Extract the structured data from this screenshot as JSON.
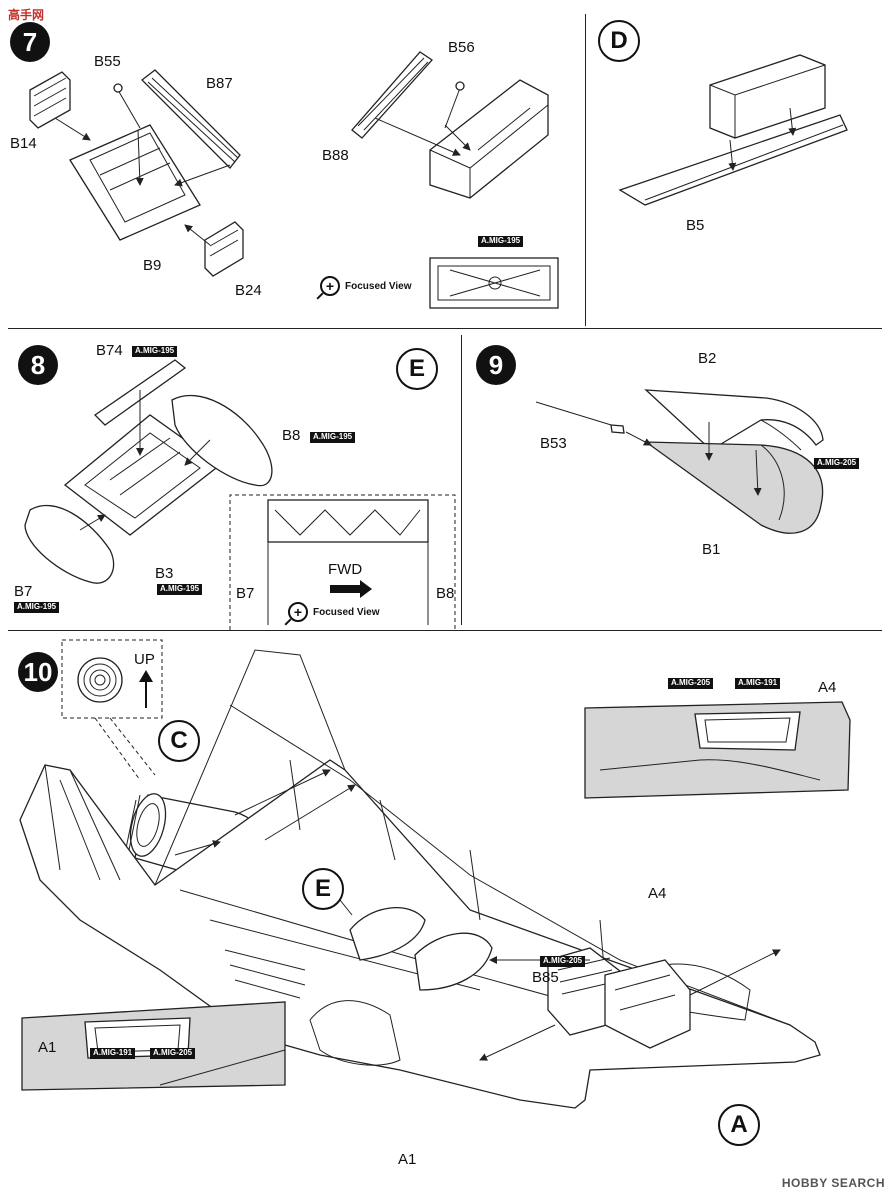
{
  "watermark_top": "高手网",
  "watermark_bottom": "HOBBY SEARCH",
  "steps": {
    "s7": {
      "number": "7",
      "labels": [
        "B55",
        "B87",
        "B14",
        "B9",
        "B24",
        "B56",
        "B88"
      ],
      "tag": "A.MIG-195",
      "focused": "Focused View"
    },
    "sD": {
      "letter": "D",
      "labels": [
        "B5"
      ]
    },
    "s8": {
      "number": "8",
      "letter": "E",
      "labels": [
        "B74",
        "B8",
        "B7",
        "B3"
      ],
      "tags": [
        "A.MIG-195"
      ],
      "fwd": "FWD",
      "focused": "Focused View",
      "side_left": "B7",
      "side_right": "B8"
    },
    "s9": {
      "number": "9",
      "labels": [
        "B2",
        "B53",
        "B1"
      ],
      "tag": "A.MIG-205"
    },
    "s10": {
      "number": "10",
      "up": "UP",
      "letters": [
        "C",
        "E",
        "A"
      ],
      "labels": [
        "A4",
        "A4",
        "B85",
        "A1",
        "A1"
      ],
      "tags": [
        "A.MIG-205",
        "A.MIG-191"
      ]
    }
  }
}
